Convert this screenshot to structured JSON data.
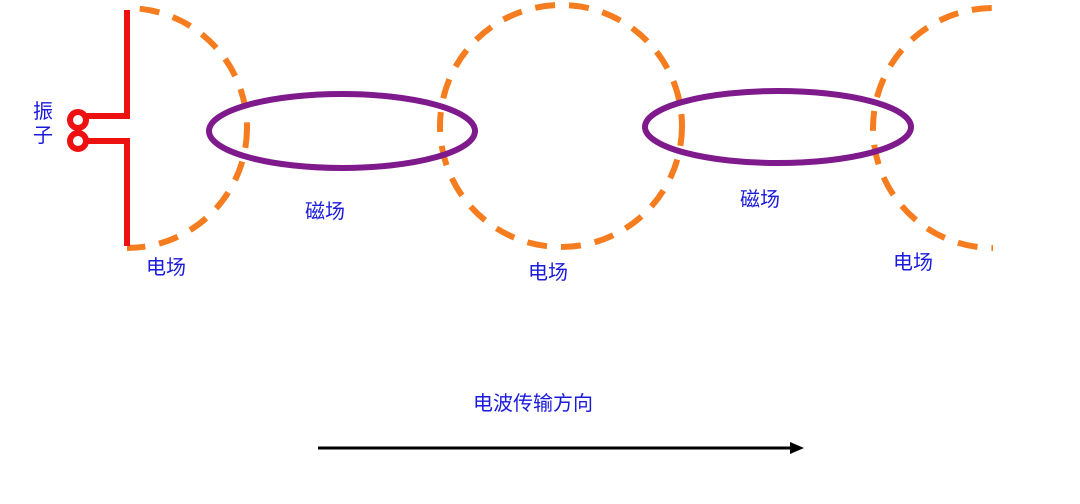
{
  "colors": {
    "background": "#ffffff",
    "antenna": "#ee1111",
    "electric_field": "#f57d1f",
    "magnetic_field": "#7e1a8c",
    "label_text": "#1a1adb",
    "arrow": "#000000"
  },
  "antenna": {
    "label_line1": "振",
    "label_line2": "子"
  },
  "labels": {
    "electric_field_1": "电场",
    "electric_field_2": "电场",
    "electric_field_3": "电场",
    "magnetic_field_1": "磁场",
    "magnetic_field_2": "磁场",
    "propagation_direction": "电波传输方向"
  },
  "icons": {
    "direction_arrow": "right-arrow-icon"
  }
}
